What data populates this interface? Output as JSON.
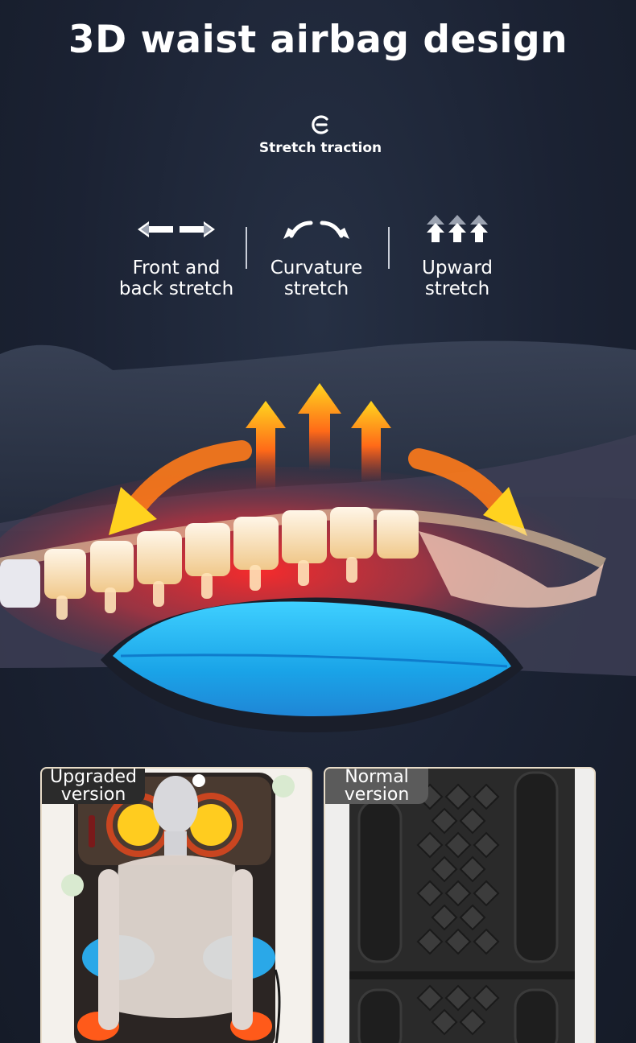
{
  "title": "3D waist airbag design",
  "stretch_traction": {
    "icon": "stretch-traction-icon",
    "label": "Stretch traction"
  },
  "features": [
    {
      "icon": "left-right-arrows-icon",
      "line1": "Front and",
      "line2": "back stretch"
    },
    {
      "icon": "curved-arrows-icon",
      "line1": "Curvature",
      "line2": "stretch"
    },
    {
      "icon": "up-arrows-icon",
      "line1": "Upward",
      "line2": "stretch"
    }
  ],
  "comparison": {
    "upgraded": {
      "line1": "Upgraded",
      "line2": "version"
    },
    "normal": {
      "line1": "Normal",
      "line2": "version"
    }
  },
  "colors": {
    "background": "#1b2233",
    "airbag": "#29b8f0",
    "heat": "#ff3b1f",
    "arrow": "#ffd21f"
  }
}
